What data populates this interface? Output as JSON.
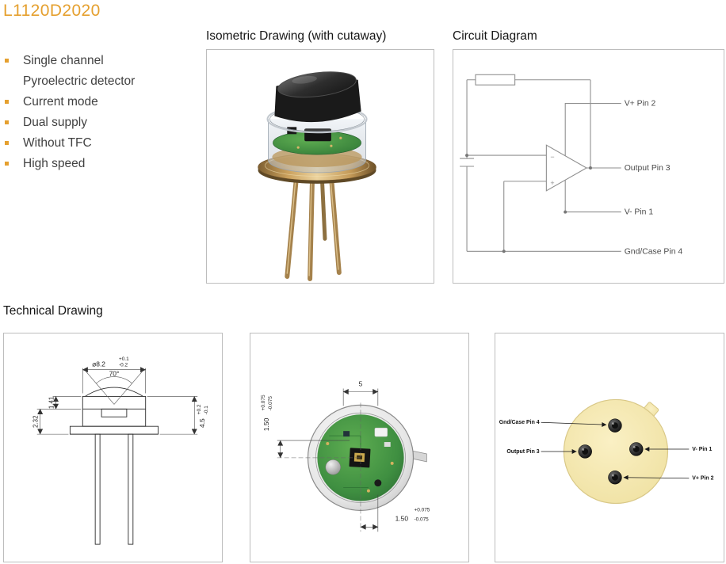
{
  "theme": {
    "accent": "#E5A02F",
    "panel_border": "#BDBDBD"
  },
  "header": {
    "title": "L1120D2020"
  },
  "features": {
    "items": [
      "Single channel Pyroelectric detector",
      "Current mode",
      "Dual supply",
      "Without TFC",
      "High speed"
    ]
  },
  "sections": {
    "isometric_title": "Isometric Drawing (with cutaway)",
    "circuit_title": "Circuit Diagram",
    "technical_title": "Technical Drawing"
  },
  "circuit": {
    "pin_labels": {
      "vplus": "V+ Pin 2",
      "output": "Output Pin 3",
      "vminus": "V- Pin 1",
      "gnd": "Gnd/Case Pin 4"
    },
    "opamp_minus": "−",
    "opamp_plus": "+"
  },
  "technical": {
    "side_view": {
      "diameter_value": "⌀8.2",
      "diameter_tol_plus": "+0.1",
      "diameter_tol_minus": "-0.2",
      "window_angle": "70°",
      "cap_height": "1.41",
      "body_height": "2.32",
      "total_height": "4.5",
      "total_tol_plus": "+0.2",
      "total_tol_minus": "-0.1"
    },
    "top_view": {
      "window_width": "5",
      "vertical_offset": "1.50",
      "vertical_tol_plus": "+0.075",
      "vertical_tol_minus": "-0.075",
      "horizontal_offset": "1.50",
      "horizontal_tol_plus": "+0.075",
      "horizontal_tol_minus": "-0.075"
    },
    "pinout": {
      "gnd": "Gnd/Case Pin 4",
      "output": "Output Pin 3",
      "vminus": "V- Pin 1",
      "vplus": "V+ Pin 2"
    }
  }
}
